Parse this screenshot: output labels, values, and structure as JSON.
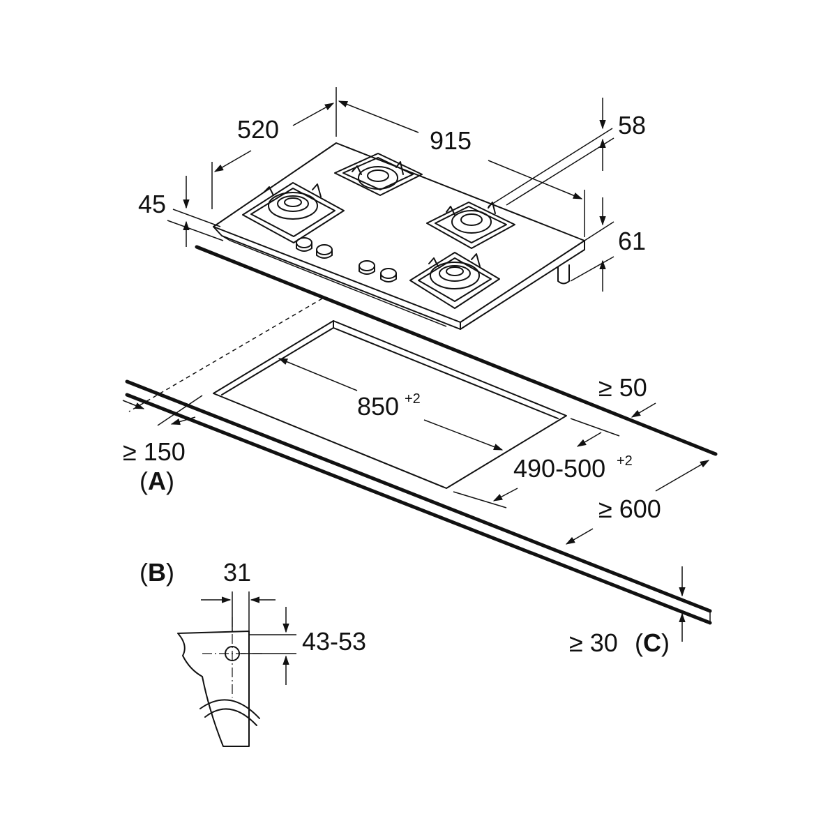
{
  "dimensions": {
    "width_915": "915",
    "depth_520": "520",
    "height_45": "45",
    "height_58": "58",
    "height_61": "61",
    "cutout_850": "850",
    "cutout_850_tol": "+2",
    "cutout_depth": "490-500",
    "cutout_depth_tol": "+2",
    "min_50": "≥ 50",
    "min_150": "≥ 150",
    "min_600": "≥ 600",
    "min_30": "≥ 30"
  },
  "labels": {
    "a": "A",
    "b": "B",
    "c": "C"
  },
  "detail_b": {
    "dim_31": "31",
    "dim_43_53": "43-53"
  }
}
